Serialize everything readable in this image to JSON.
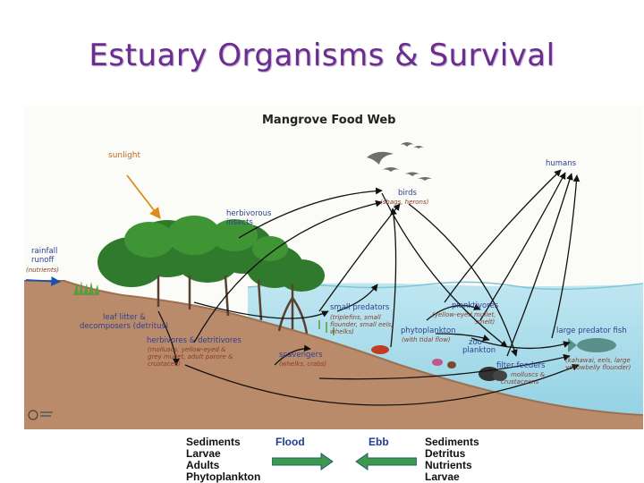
{
  "slide": {
    "title": "Estuary Organisms & Survival"
  },
  "diagram": {
    "title": "Mangrove Food Web",
    "sunlight": "sunlight",
    "rainfall": {
      "line1": "rainfall",
      "line2": "runoff",
      "sub": "(nutrients)"
    },
    "humans": "humans",
    "birds": {
      "label": "birds",
      "sub": "(shags, herons)"
    },
    "herbivorous_insects": {
      "line1": "herbivorous",
      "line2": "insects"
    },
    "leaf_litter": {
      "line1": "leaf litter &",
      "line2": "decomposers (detritus)"
    },
    "herbivores": {
      "label": "herbivores & detritivores",
      "sub1": "(molluscs, yellow-eyed &",
      "sub2": "grey mullet, adult parore &",
      "sub3": "crustacea)"
    },
    "small_predators": {
      "label": "small predators",
      "sub1": "(triplefins, small",
      "sub2": "flounder, small eels,",
      "sub3": "whelks)"
    },
    "planktivores": {
      "label": "planktivores",
      "sub1": "(yellow-eyed mullet,",
      "sub2": "smelt)"
    },
    "phytoplankton": {
      "label": "phytoplankton",
      "sub": "(with tidal flow)"
    },
    "zooplankton": {
      "line1": "zoo-",
      "line2": "plankton"
    },
    "scavengers": {
      "label": "scavengers",
      "sub": "(whelks, crabs)"
    },
    "filter_feeders": {
      "label": "filter feeders",
      "sub1": "molluscs &",
      "sub2": "crustaceans"
    },
    "large_predator_fish": {
      "label": "large predator fish",
      "sub1": "(kahawai, eels, large",
      "sub2": "yellowbelly flounder)"
    }
  },
  "legend": {
    "left_items": [
      "Sediments",
      "Larvae",
      "Adults",
      "Phytoplankton"
    ],
    "flood": "Flood",
    "ebb": "Ebb",
    "right_items": [
      "Sediments",
      "Detritus",
      "Nutrients",
      "Larvae"
    ]
  },
  "colors": {
    "title": "#6b2d8f",
    "label_blue": "#2e3f8f",
    "water": "#a9dcea",
    "land": "#b98b6a",
    "flood_arrow": "#3e9a4a",
    "ebb_arrow": "#3e9a4a"
  }
}
